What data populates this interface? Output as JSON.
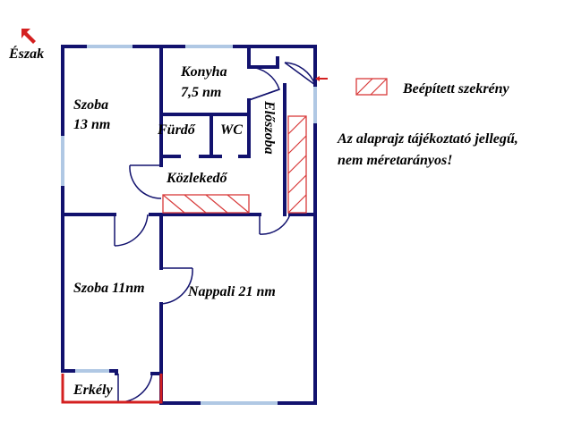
{
  "compass": {
    "label": "Észak",
    "icon": "north-arrow-icon"
  },
  "rooms": {
    "szoba13_name": "Szoba",
    "szoba13_area": "13 nm",
    "konyha_name": "Konyha",
    "konyha_area": "7,5 nm",
    "furdo": "Fürdő",
    "wc": "WC",
    "eloszoba": "Előszoba",
    "kozlekedo": "Közlekedő",
    "szoba11": "Szoba 11nm",
    "nappali": "Nappali 21 nm",
    "erkely": "Erkély"
  },
  "legend": {
    "closet_label": "Beépített szekrény",
    "closet_color": "#d83a3a"
  },
  "note": {
    "line1": "Az alaprajz tájékoztató jellegű,",
    "line2": "nem méretarányos!"
  },
  "colors": {
    "wall": "#12126e",
    "window": "#b0c8e4",
    "accent": "#d42020"
  },
  "entrance_icon": "entrance-arrow-icon"
}
